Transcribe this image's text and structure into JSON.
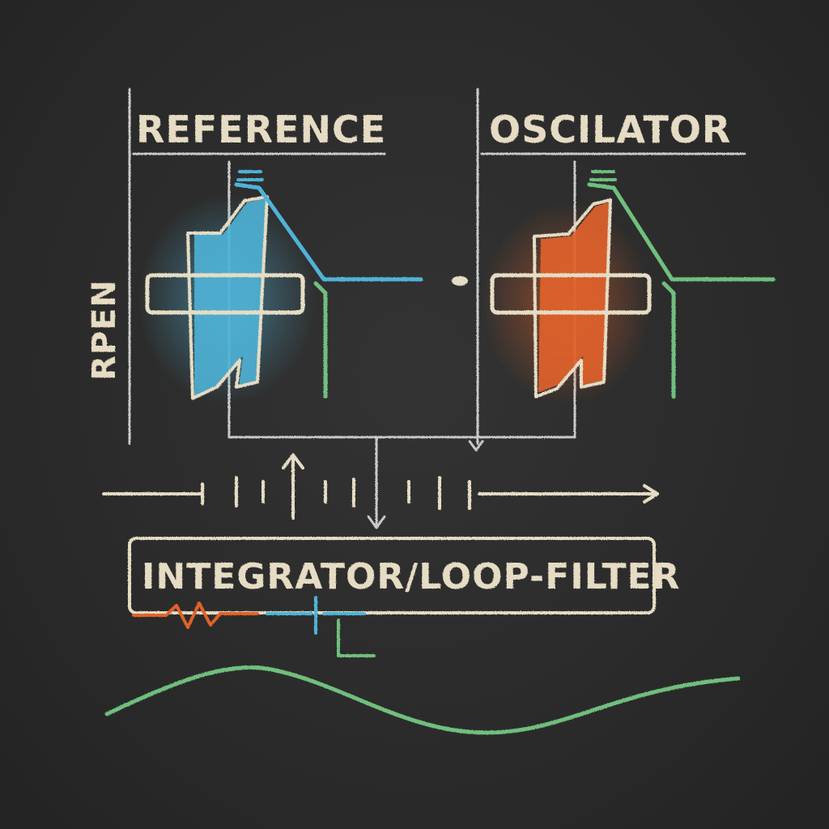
{
  "labels": {
    "reference": "REFERENCE",
    "oscillator": "OSCILATOR",
    "side": "RPEN",
    "filter": "INTEGRATOR/LOOP-FILTER"
  },
  "colors": {
    "chalk": "#e6dcc4",
    "grid": "#c9c9c9",
    "blue": "#4fb3d6",
    "orange": "#e0622b",
    "green": "#6fbf7e",
    "background": "#2b2b2b"
  }
}
